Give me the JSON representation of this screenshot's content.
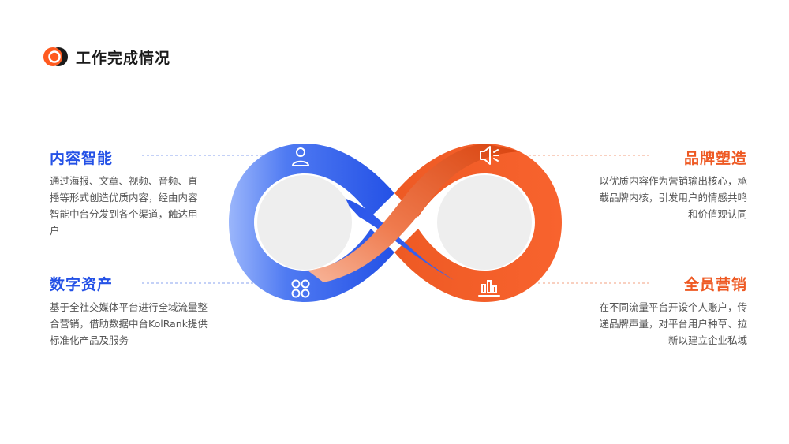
{
  "header": {
    "title": "工作完成情况"
  },
  "blocks": {
    "content": {
      "title": "内容智能",
      "desc": "通过海报、文章、视频、音频、直播等形式创造优质内容，经由内容智能中台分发到各个渠道，触达用户"
    },
    "digital": {
      "title": "数字资产",
      "desc": "基于全社交媒体平台进行全域流量整合营销，借助数据中台KolRank提供标准化产品及服务"
    },
    "brand": {
      "title": "品牌塑造",
      "desc": "以优质内容作为营销输出核心，承载品牌内核，引发用户的情感共鸣和价值观认同"
    },
    "staff": {
      "title": "全员营销",
      "desc": "在不同流量平台开设个人账户，传递品牌声量，对平台用户种草、拉新以建立企业私域"
    }
  },
  "icons": [
    "user-icon",
    "grid-icon",
    "speaker-icon",
    "bar-chart-icon"
  ],
  "colors": {
    "blue": "#2451e6",
    "orange": "#ee5a24"
  }
}
